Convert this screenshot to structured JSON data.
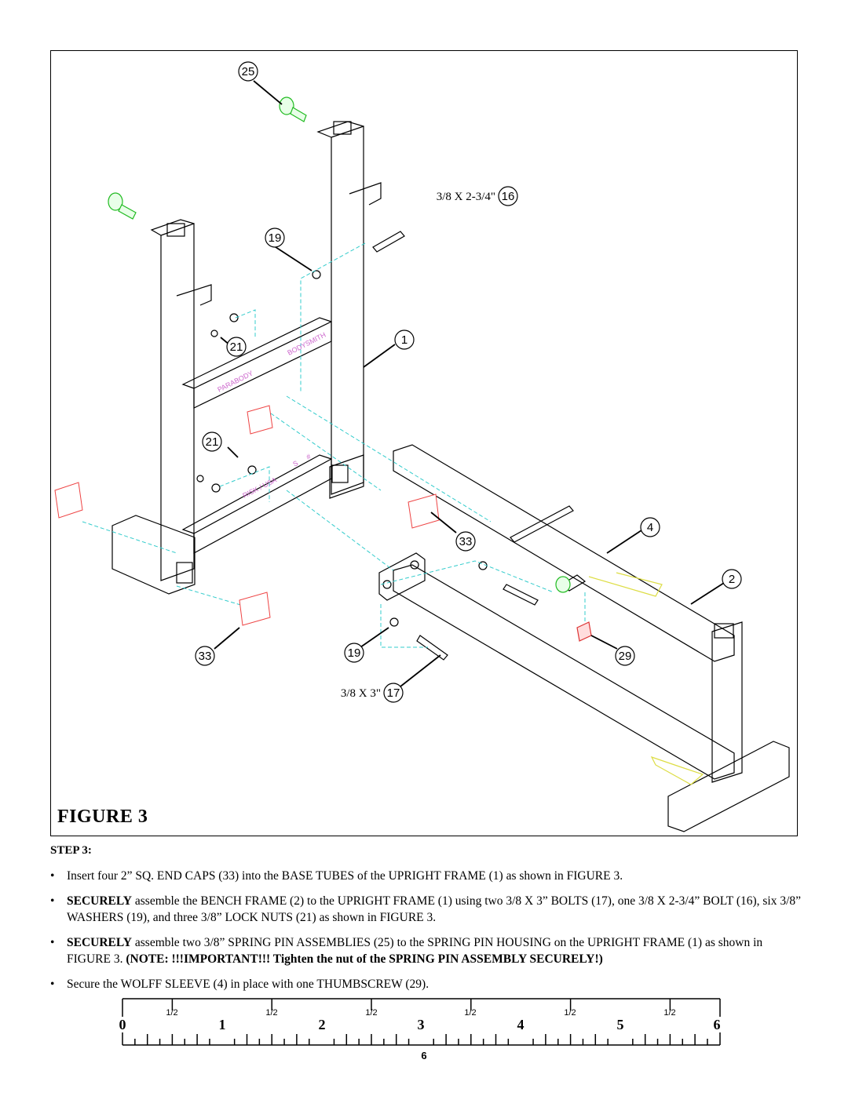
{
  "figure": {
    "title": "FIGURE 3",
    "callouts": [
      "25",
      "16",
      "19",
      "21",
      "1",
      "21",
      "4",
      "33",
      "2",
      "33",
      "19",
      "29",
      "17"
    ],
    "spec_labels": {
      "bolt_16": "3/8 X 2-3/4\"",
      "bolt_17": "3/8 X 3\""
    },
    "frame_decals": [
      "PARABODY",
      "BODYSMITH",
      "RISK / USA",
      "S",
      "#"
    ],
    "colors": {
      "line": "#000000",
      "dashed": "#33cccc",
      "end_cap": "#ee4444",
      "spring_pin": "#22bb22",
      "thumbscrew": "#dd3333",
      "decal": "#cc66cc",
      "outline_yellow": "#dddd44"
    }
  },
  "step": {
    "heading": "STEP 3:",
    "bullets": [
      {
        "lead": "",
        "text": "Insert four 2” SQ. END CAPS (33) into the BASE TUBES of the UPRIGHT FRAME (1) as shown in FIGURE 3.",
        "note": ""
      },
      {
        "lead": "SECURELY",
        "text": " assemble the BENCH FRAME (2) to the UPRIGHT FRAME (1) using two 3/8 X 3” BOLTS (17), one 3/8 X 2-3/4” BOLT (16), six 3/8” WASHERS (19), and three 3/8” LOCK NUTS (21) as shown in FIGURE 3.",
        "note": ""
      },
      {
        "lead": "SECURELY",
        "text": " assemble two 3/8” SPRING PIN ASSEMBLIES (25) to the SPRING PIN HOUSING on the UPRIGHT FRAME (1) as shown in FIGURE 3. ",
        "note": "(NOTE: !!!IMPORTANT!!! Tighten the nut of the SPRING PIN ASSEMBLY SECURELY!)"
      },
      {
        "lead": "",
        "text": "Secure the WOLFF SLEEVE (4) in place with one THUMBSCREW (29).",
        "note": ""
      }
    ]
  },
  "ruler": {
    "numbers": [
      "0",
      "1",
      "2",
      "3",
      "4",
      "5",
      "6"
    ],
    "half_label": "1/2",
    "page_number": "6"
  }
}
